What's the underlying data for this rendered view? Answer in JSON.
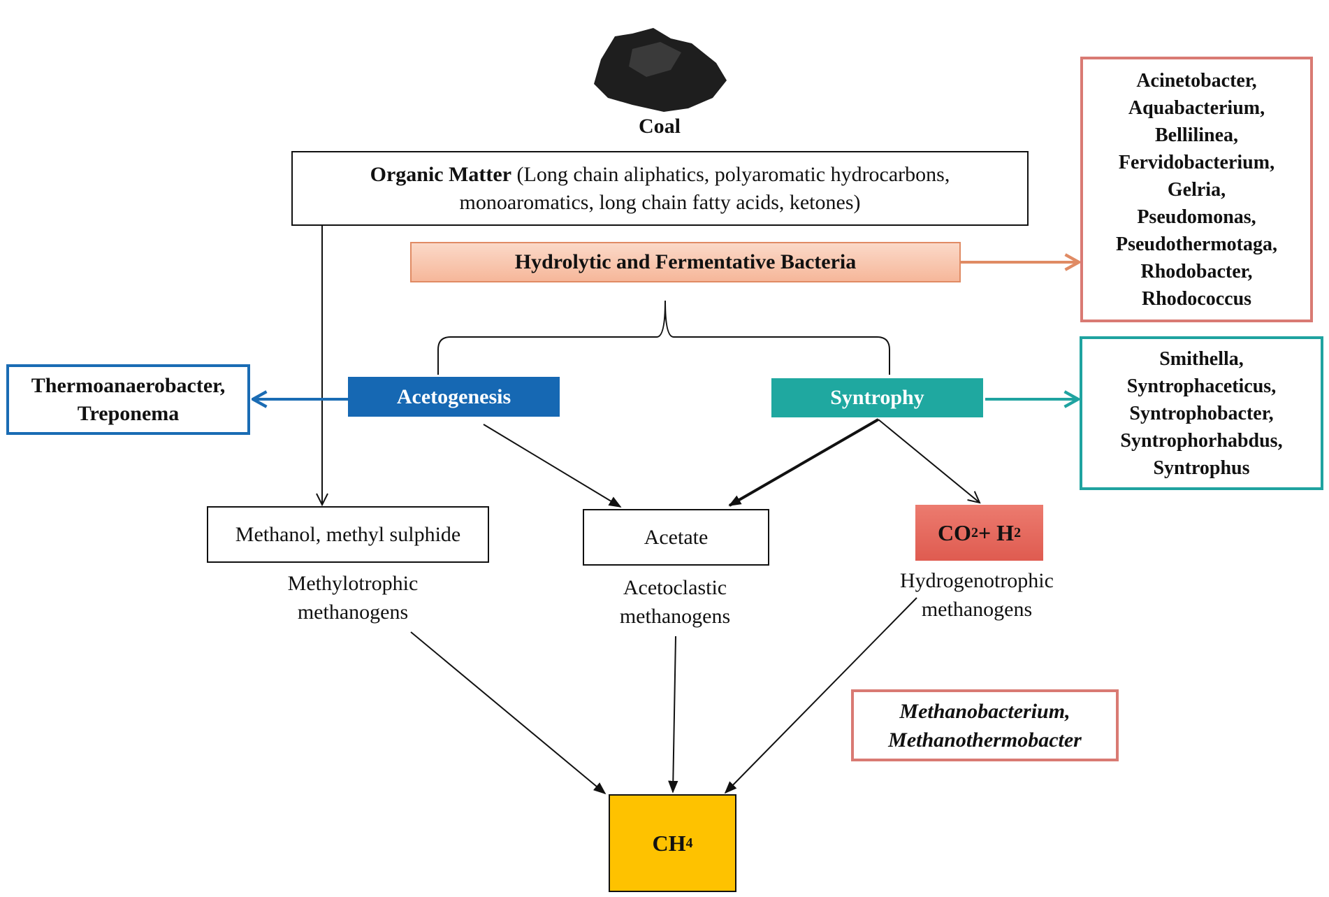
{
  "coal": {
    "label": "Coal"
  },
  "organic_matter": {
    "title": "Organic Matter",
    "description": "(Long chain aliphatics, polyaromatic hydrocarbons, monoaromatics, long chain fatty acids, ketones)"
  },
  "hydrolytic": {
    "label": "Hydrolytic and Fermentative Bacteria",
    "taxa": [
      "Acinetobacter,",
      "Aquabacterium,",
      "Bellilinea,",
      "Fervidobacterium,",
      "Gelria,",
      "Pseudomonas,",
      "Pseudothermotaga,",
      "Rhodobacter,",
      "Rhodococcus"
    ]
  },
  "acetogenesis": {
    "label": "Acetogenesis",
    "taxa": [
      "Thermoanaerobacter,",
      "Treponema"
    ]
  },
  "syntrophy": {
    "label": "Syntrophy",
    "taxa": [
      "Smithella,",
      "Syntrophaceticus,",
      "Syntrophobacter,",
      "Syntrophorhabdus,",
      "Syntrophus"
    ]
  },
  "products": {
    "methanol": "Methanol, methyl sulphide",
    "acetate": "Acetate",
    "co2_h2": {
      "co": "CO",
      "sub1": "2",
      "plus": " + H",
      "sub2": "2"
    }
  },
  "methanogens": {
    "methylotrophic": [
      "Methylotrophic",
      "methanogens"
    ],
    "acetoclastic": [
      "Acetoclastic",
      "methanogens"
    ],
    "hydrogenotrophic": [
      "Hydrogenotrophic",
      "methanogens"
    ],
    "hydrogenotrophic_taxa": [
      "Methanobacterium,",
      "Methanothermobacter"
    ]
  },
  "ch4": {
    "ch": "CH",
    "sub": "4"
  },
  "colors": {
    "hydrolytic_fill": "#f6b79a",
    "hydrolytic_border": "#d97a73",
    "acetogenesis": "#1668b3",
    "syntrophy": "#1fa8a0",
    "co2_h2": "#df5b50",
    "ch4": "#fec200"
  }
}
